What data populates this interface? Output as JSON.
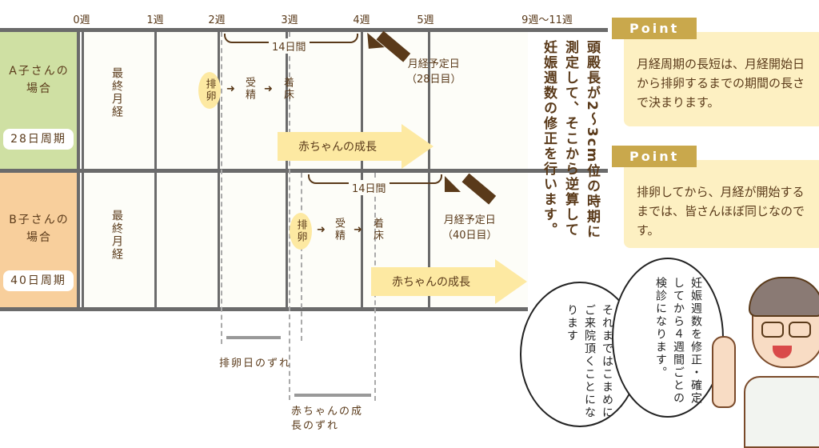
{
  "weeks": [
    "0週",
    "1週",
    "2週",
    "3週",
    "4週",
    "5週",
    "9週〜11週"
  ],
  "rowA": {
    "title": "A子さんの場合",
    "cycle": "28日周期",
    "last_period": "最終月経",
    "ovulation": "排卵",
    "fertilization": "受精",
    "implantation": "着床",
    "interval": "14日間",
    "expected": "月経予定日",
    "expected_day": "（28日目）",
    "growth": "赤ちゃんの成長"
  },
  "rowB": {
    "title": "B子さんの場合",
    "cycle": "40日周期",
    "last_period": "最終月経",
    "ovulation": "排卵",
    "fertilization": "受精",
    "implantation": "着床",
    "interval": "14日間",
    "expected": "月経予定日",
    "expected_day": "（40日目）",
    "growth": "赤ちゃんの成長"
  },
  "gaps": {
    "ovulation_gap": "排卵日のずれ",
    "growth_gap": "赤ちゃんの成長のずれ"
  },
  "vertical_note": {
    "col1": "頭殿長が2〜3cm位の時期に",
    "col2": "測定して、そこから逆算して",
    "col3": "妊娠週数の修正を行います。"
  },
  "points": [
    {
      "tag": "Point",
      "text": "月経周期の長短は、月経開始日から排卵するまでの期間の長さで決まります。"
    },
    {
      "tag": "Point",
      "text": "排卵してから、月経が開始するまでは、皆さんほぼ同じなのです。"
    }
  ],
  "bubbles": {
    "doctor": "妊娠週数を修正・確定してから４週間ごとの検診になります。",
    "left": "それまではこまめにご来院頂くことになります"
  }
}
